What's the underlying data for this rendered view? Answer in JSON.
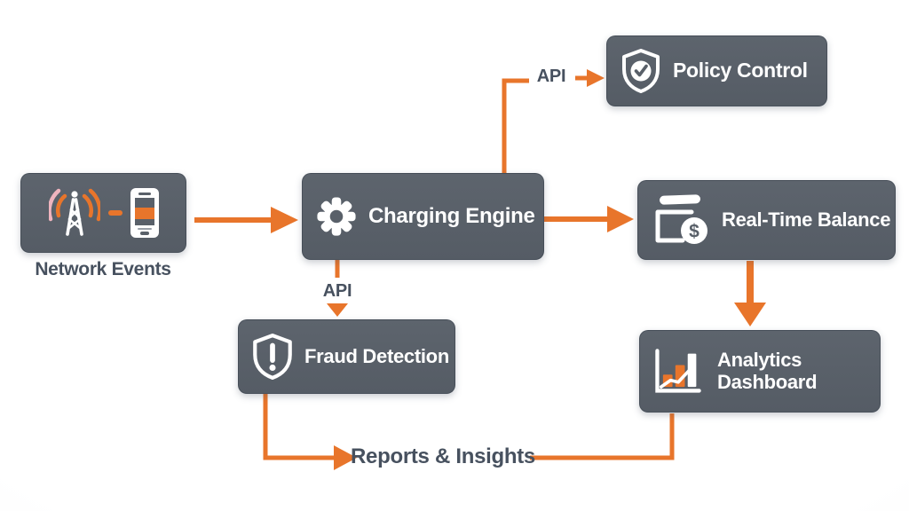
{
  "diagram": {
    "colors": {
      "accent_orange": "#E8752B",
      "node_gray": "#596069",
      "label_dark": "#47515F",
      "icon_white": "#FFFFFF",
      "signal_pink": "#EFB4BE",
      "background": "#FBFCFD"
    },
    "nodes": {
      "network_events": {
        "label": "Network Events",
        "icons": [
          "cell-tower-signal-icon",
          "mobile-phone-icon"
        ]
      },
      "charging_engine": {
        "label": "Charging Engine",
        "icon": "gear-icon"
      },
      "policy_control": {
        "label": "Policy Control",
        "icon": "shield-check-icon"
      },
      "real_time_balance": {
        "label": "Real-Time Balance",
        "icon": "wallet-dollar-icon"
      },
      "fraud_detection": {
        "label": "Fraud Detection",
        "icon": "shield-alert-icon"
      },
      "analytics_dashboard": {
        "label": "Analytics Dashboard",
        "icon": "bar-chart-icon"
      },
      "reports_insights": {
        "label": "Reports & Insights"
      }
    },
    "edge_labels": {
      "api_to_policy": "API",
      "api_to_fraud": "API"
    },
    "wallet_coin_symbol": "$"
  }
}
